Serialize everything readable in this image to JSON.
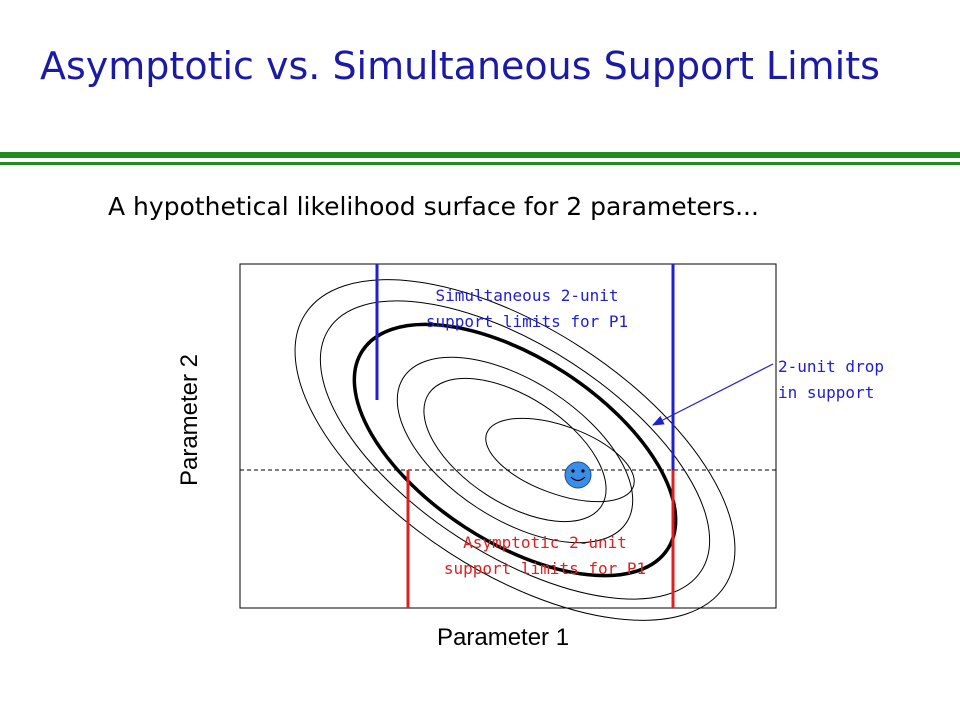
{
  "title": "Asymptotic vs. Simultaneous Support Limits",
  "subtitle": "A hypothetical likelihood surface for 2 parameters...",
  "axes": {
    "x_label": "Parameter 1",
    "y_label": "Parameter 2"
  },
  "annotations": {
    "simultaneous_line1": "Simultaneous 2-unit",
    "simultaneous_line2": "support limits for P1",
    "asymptotic_line1": "Asymptotic 2-unit",
    "asymptotic_line2": "support limits for P1",
    "drop_line1": "2-unit drop",
    "drop_line2": "in support"
  },
  "colors": {
    "title": "#1a1aa6",
    "rule": "#1f8a1f",
    "simultaneous": "#2020d0",
    "asymptotic": "#e02020",
    "peak": "#3b8ee8"
  }
}
